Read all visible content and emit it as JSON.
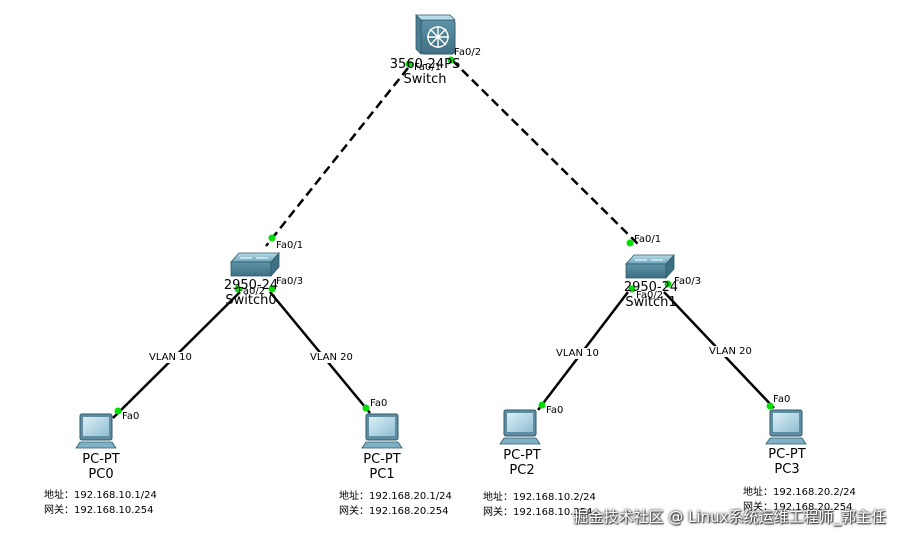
{
  "devices": {
    "core": {
      "model": "3560-24PS",
      "name": "Switch"
    },
    "switch0": {
      "model": "2950-24",
      "name": "Switch0"
    },
    "switch1": {
      "model": "2950-24",
      "name": "Switch1"
    },
    "pc0": {
      "model": "PC-PT",
      "name": "PC0",
      "addr_label": "地址：",
      "addr": "192.168.10.1/24",
      "gw_label": "网关：",
      "gw": "192.168.10.254"
    },
    "pc1": {
      "model": "PC-PT",
      "name": "PC1",
      "addr_label": "地址：",
      "addr": "192.168.20.1/24",
      "gw_label": "网关：",
      "gw": "192.168.20.254"
    },
    "pc2": {
      "model": "PC-PT",
      "name": "PC2",
      "addr_label": "地址：",
      "addr": "192.168.10.2/24",
      "gw_label": "网关：",
      "gw": "192.168.10.254"
    },
    "pc3": {
      "model": "PC-PT",
      "name": "PC3",
      "addr_label": "地址：",
      "addr": "192.168.20.2/24",
      "gw_label": "网关：",
      "gw": "192.168.20.254"
    }
  },
  "ports": {
    "core_fa01": "Fa0/1",
    "core_fa02": "Fa0/2",
    "sw0_fa01": "Fa0/1",
    "sw0_fa02": "Fa0/2",
    "sw0_fa03": "Fa0/3",
    "sw1_fa01": "Fa0/1",
    "sw1_fa02": "Fa0/2",
    "sw1_fa03": "Fa0/3",
    "pc0_fa0": "Fa0",
    "pc1_fa0": "Fa0",
    "pc2_fa0": "Fa0",
    "pc3_fa0": "Fa0"
  },
  "links": {
    "vlan_pc0": "VLAN 10",
    "vlan_pc1": "VLAN 20",
    "vlan_pc2": "VLAN 10",
    "vlan_pc3": "VLAN 20"
  },
  "colors": {
    "link_up": "#00dd00",
    "cable": "#000000",
    "switch_body": "#6fa3b8"
  },
  "watermark": "掘金技术社区 @ Linux系统运维工程师_郭主任"
}
